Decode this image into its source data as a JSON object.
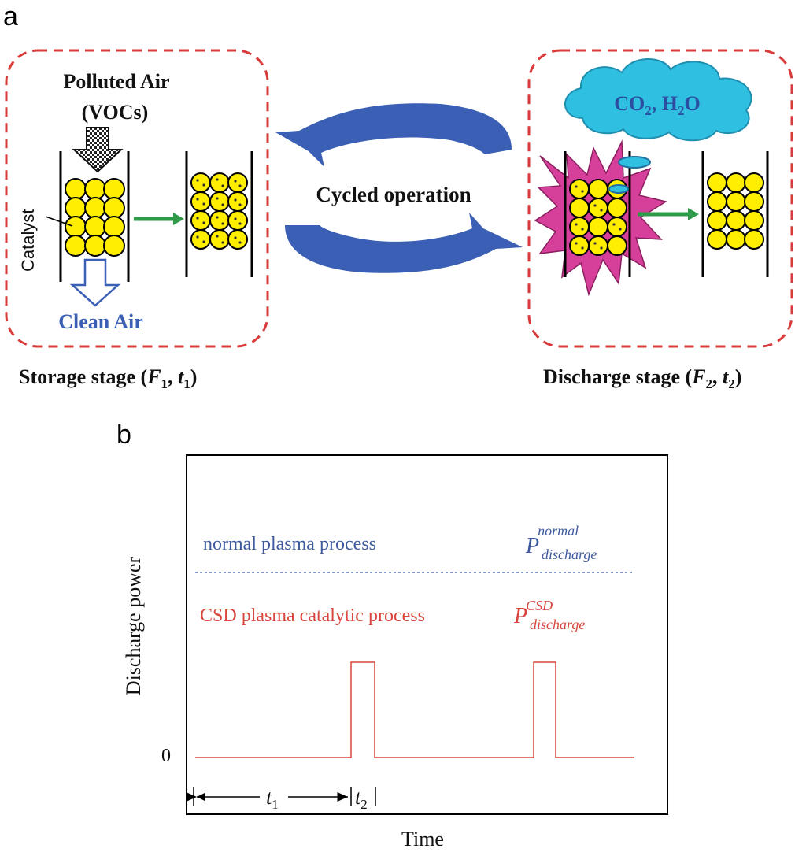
{
  "panel_a": {
    "label": "a",
    "storage": {
      "polluted_air": "Polluted Air",
      "vocs": "(VOCs)",
      "catalyst": "Catalyst",
      "clean_air": "Clean Air",
      "stage_prefix": "Storage stage (",
      "stage_F": "F",
      "stage_F_sub": "1",
      "stage_sep": ", ",
      "stage_t": "t",
      "stage_t_sub": "1",
      "stage_suffix": ")"
    },
    "cycle": {
      "label": "Cycled operation"
    },
    "discharge": {
      "cloud_co": "CO",
      "cloud_co_sub": "2",
      "cloud_mid": ", H",
      "cloud_h_sub": "2",
      "cloud_end": "O",
      "stage_prefix": "Discharge stage (",
      "stage_F": "F",
      "stage_F_sub": "2",
      "stage_sep": ", ",
      "stage_t": "t",
      "stage_t_sub": "2",
      "stage_suffix": ")"
    }
  },
  "panel_b": {
    "label": "b",
    "ylabel": "Discharge power",
    "xlabel": "Time",
    "zero": "0",
    "normal_text": "normal plasma process",
    "normal_P": "P",
    "normal_sup": "normal",
    "normal_sub": "discharge",
    "csd_text": "CSD plasma catalytic process",
    "csd_P": "P",
    "csd_sup": "CSD",
    "csd_sub": "discharge",
    "t1": "t",
    "t1_sub": "1",
    "t2": "t",
    "t2_sub": "2"
  },
  "colors": {
    "dash_red": "#d93a3a",
    "arrow_blue": "#3a5fb4",
    "cloud": "#2fbfe0",
    "cloud_text": "#2b4fa0",
    "catalyst": "#ffee00",
    "star": "#d6409b",
    "green_arrow": "#2e9a4a",
    "normal_blue": "#3d5a9e",
    "csd_red": "#d9453d"
  }
}
